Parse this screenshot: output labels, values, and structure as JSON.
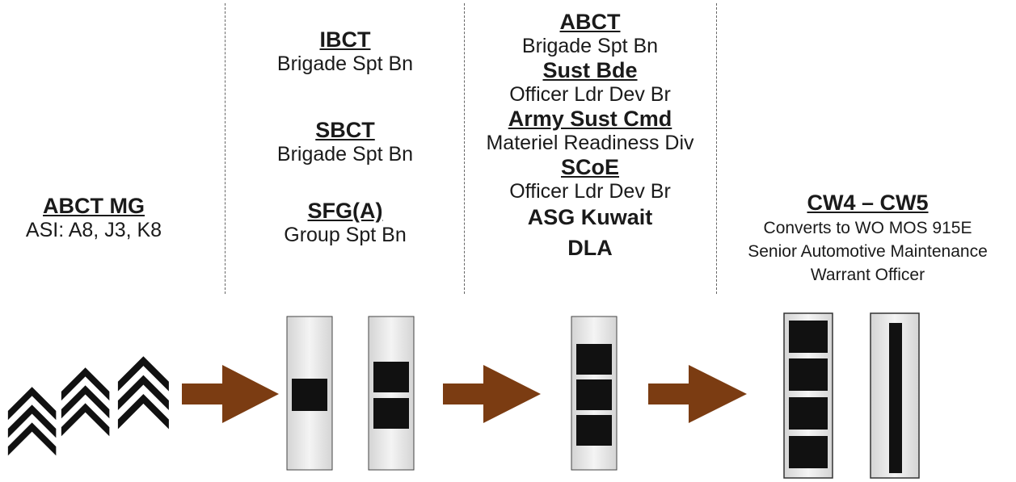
{
  "stage1": {
    "heading": "ABCT MG",
    "note": "ASI: A8, J3, K8"
  },
  "stage2": {
    "units": [
      {
        "heading": "IBCT",
        "sub": "Brigade Spt Bn"
      },
      {
        "heading": "SBCT",
        "sub": "Brigade Spt Bn"
      },
      {
        "heading": "SFG(A)",
        "sub": "Group Spt Bn"
      }
    ]
  },
  "stage3": {
    "units": [
      {
        "heading": "ABCT",
        "sub": "Brigade Spt Bn"
      },
      {
        "heading": "Sust Bde",
        "sub": "Officer Ldr Dev Br"
      },
      {
        "heading": "Army Sust Cmd",
        "sub": "Materiel Readiness Div"
      },
      {
        "heading": "SCoE",
        "sub": "Officer Ldr Dev Br"
      }
    ],
    "extra": [
      "ASG Kuwait",
      "DLA"
    ]
  },
  "stage4": {
    "heading": "CW4 – CW5",
    "lines": [
      "Converts to WO MOS 915E",
      "Senior Automotive Maintenance",
      "Warrant Officer"
    ]
  },
  "colors": {
    "arrow": "#7b3c12",
    "insignia": "#111111",
    "bar_bg": "#e8e8e8"
  },
  "icons": [
    "sergeant-chevron-icon",
    "warrant-officer-bar-icon",
    "arrow-right-icon"
  ]
}
